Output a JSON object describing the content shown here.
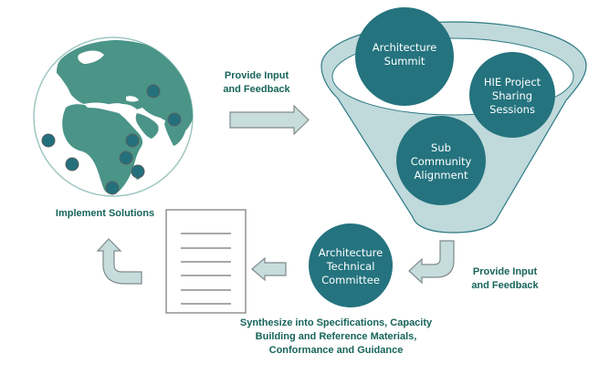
{
  "colors": {
    "node_fill": "#24737e",
    "land": "#4a9488",
    "dot_fill": "#23707c",
    "funnel_fill": "#c0d9db",
    "funnel_stroke": "#2d7b84",
    "arrow_fill": "#c7dcdd",
    "arrow_stroke": "#7f8a8b",
    "label_text": "#17645a"
  },
  "labels": {
    "provide_input_top": [
      "Provide Input",
      "and Feedback"
    ],
    "provide_input_bottom": [
      "Provide Input",
      "and Feedback"
    ],
    "implement_solutions": "Implement Solutions",
    "synthesize": [
      "Synthesize into Specifications, Capacity",
      "Building and Reference Materials,",
      "Conformance  and Guidance"
    ]
  },
  "funnel_nodes": [
    {
      "id": "architecture-summit",
      "lines": [
        "Architecture",
        "Summit"
      ]
    },
    {
      "id": "hie-project-sharing-sessions",
      "lines": [
        "HIE Project",
        "Sharing",
        "Sessions"
      ]
    },
    {
      "id": "sub-community-alignment",
      "lines": [
        "Sub",
        "Community",
        "Alignment"
      ]
    }
  ],
  "committee_node": {
    "id": "architecture-technical-committee",
    "lines": [
      "Architecture",
      "Technical",
      "Committee"
    ]
  },
  "globe": {
    "icon": "globe-icon",
    "location_dot_count": 8
  },
  "document": {
    "icon": "document-icon",
    "line_count": 6
  }
}
